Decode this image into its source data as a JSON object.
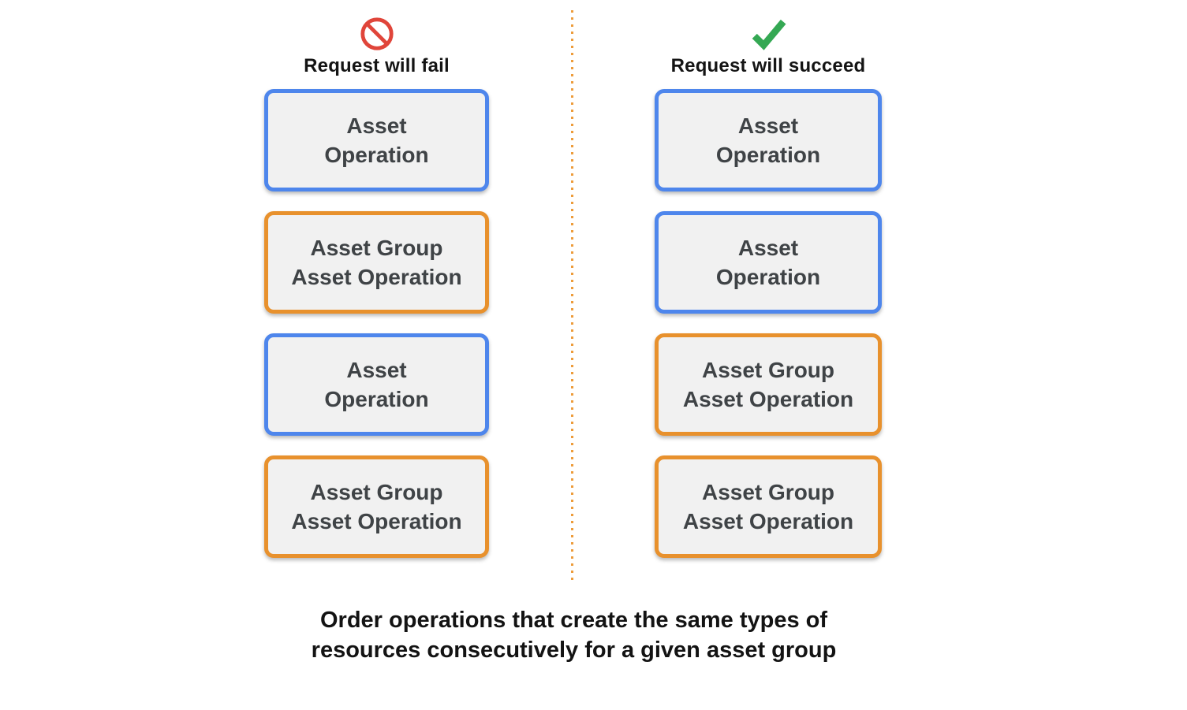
{
  "columns": [
    {
      "id": "fail",
      "icon": "no-symbol-icon",
      "title": "Request will fail",
      "boxes": [
        {
          "type": "asset-operation",
          "lines": [
            "Asset",
            "Operation"
          ]
        },
        {
          "type": "asset-group-asset-operation",
          "lines": [
            "Asset Group",
            "Asset Operation"
          ]
        },
        {
          "type": "asset-operation",
          "lines": [
            "Asset",
            "Operation"
          ]
        },
        {
          "type": "asset-group-asset-operation",
          "lines": [
            "Asset Group",
            "Asset Operation"
          ]
        }
      ]
    },
    {
      "id": "succeed",
      "icon": "checkmark-icon",
      "title": "Request will succeed",
      "boxes": [
        {
          "type": "asset-operation",
          "lines": [
            "Asset",
            "Operation"
          ]
        },
        {
          "type": "asset-operation",
          "lines": [
            "Asset",
            "Operation"
          ]
        },
        {
          "type": "asset-group-asset-operation",
          "lines": [
            "Asset Group",
            "Asset Operation"
          ]
        },
        {
          "type": "asset-group-asset-operation",
          "lines": [
            "Asset Group",
            "Asset Operation"
          ]
        }
      ]
    }
  ],
  "caption": {
    "line1": "Order operations that create the same types of",
    "line2": "resources consecutively for a given asset group"
  },
  "colors": {
    "asset_operation_border_blue": "#4e86ec",
    "asset_group_border_orange": "#e8912d",
    "box_background": "#f1f1f1",
    "box_text": "#3f4346",
    "fail_icon_red": "#e0453a",
    "succeed_icon_green": "#34a853",
    "divider_dotted_orange": "#ed9c3b",
    "heading_text": "#141414"
  }
}
